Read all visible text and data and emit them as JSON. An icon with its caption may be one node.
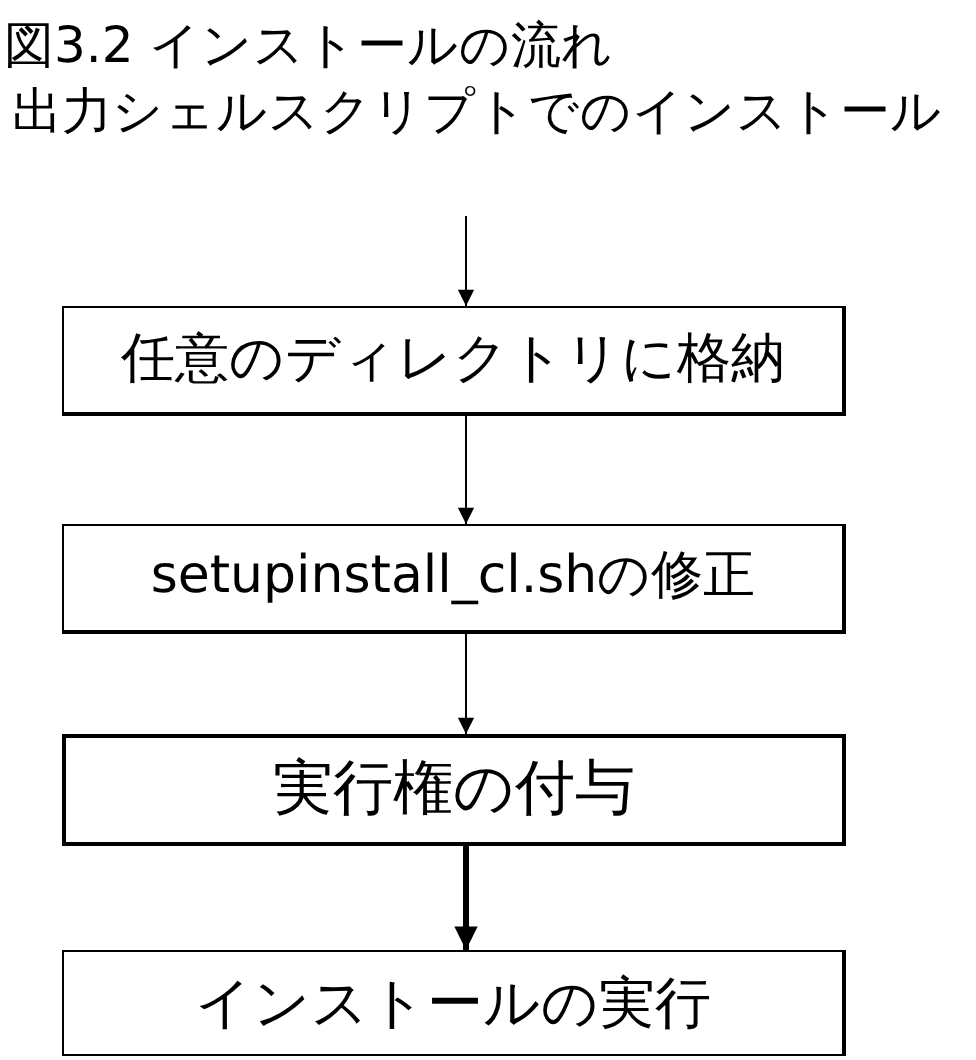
{
  "diagram": {
    "title": "図3.2 インストールの流れ",
    "nodes": [
      {
        "text": [
          "任意のディレクトリに格納"
        ]
      },
      {
        "text": [
          "setupinstall_cl.shの修正"
        ]
      },
      {
        "text": [
          "実行権の付与"
        ]
      },
      {
        "text": [
          "インストールの実行"
        ]
      }
    ],
    "edges": [
      {
        "from": null,
        "to": 0,
        "arrow": "to"
      },
      {
        "from": 0,
        "to": 1,
        "arrow": "to"
      },
      {
        "from": 1,
        "to": 2,
        "arrow": "to"
      },
      {
        "from": 2,
        "to": 3,
        "arrow": "to",
        "style": "thick"
      }
    ],
    "labels": [
      "出力シェルスクリプトでのインストール"
    ]
  }
}
